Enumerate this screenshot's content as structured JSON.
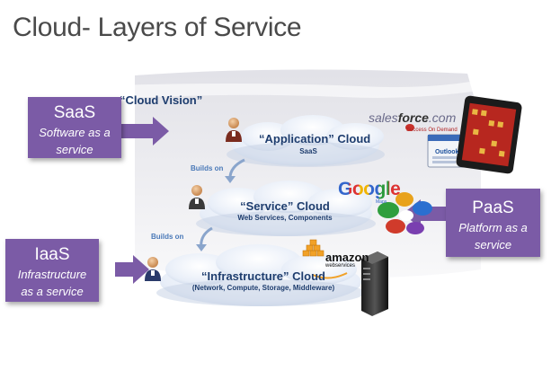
{
  "page": {
    "title": "Cloud- Layers of  Service",
    "vision_label": "“Cloud Vision”"
  },
  "layers": [
    {
      "id": "application",
      "title": "“Application” Cloud",
      "subtitle": "SaaS"
    },
    {
      "id": "service",
      "title": "“Service” Cloud",
      "subtitle": "Web Services, Components"
    },
    {
      "id": "infrastructure",
      "title": "“Infrastructure” Cloud",
      "subtitle": "(Network, Compute, Storage, Middleware)"
    }
  ],
  "connectors": [
    {
      "label": "Builds on"
    },
    {
      "label": "Builds on"
    }
  ],
  "callouts": {
    "saas": {
      "abbr": "SaaS",
      "desc_line1": "Software as a",
      "desc_line2": "service"
    },
    "paas": {
      "abbr": "PaaS",
      "desc_line1": "Platform as a",
      "desc_line2": "service"
    },
    "iaas": {
      "abbr": "IaaS",
      "desc_line1": "Infrastructure",
      "desc_line2": "as a  service"
    }
  },
  "brands": {
    "salesforce_pre": "sales",
    "salesforce_mid": "force",
    "salesforce_post": ".com",
    "salesforce_tag": "Success On Demand",
    "google": "Google",
    "google_sub": "Maps",
    "amazon": "amazon",
    "amazon_sub": "webservices",
    "outlook": "Outlook"
  },
  "colors": {
    "callout": "#7b5ba6",
    "arrow": "#7b5ba6",
    "cloud_text": "#1e3d6e",
    "connector": "#4a79b8",
    "banner": "#e9e9ef"
  }
}
